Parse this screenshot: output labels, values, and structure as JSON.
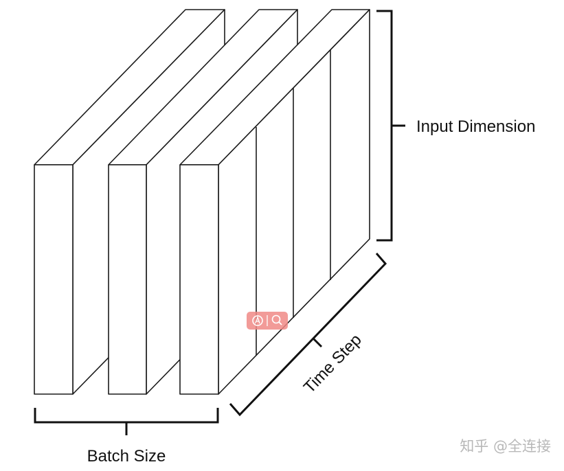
{
  "diagram": {
    "labels": {
      "input_dimension": "Input Dimension",
      "time_step": "Time Step",
      "batch_size": "Batch Size"
    },
    "slab_count": 3,
    "time_step_dividers": 3,
    "colors": {
      "line": "#1a1a1a",
      "face": "#ffffff",
      "badge": "#f08a86"
    }
  },
  "watermark": {
    "text": "知乎 @全连接"
  },
  "badge": {
    "icons": [
      "circle-a-icon",
      "search-icon"
    ]
  }
}
